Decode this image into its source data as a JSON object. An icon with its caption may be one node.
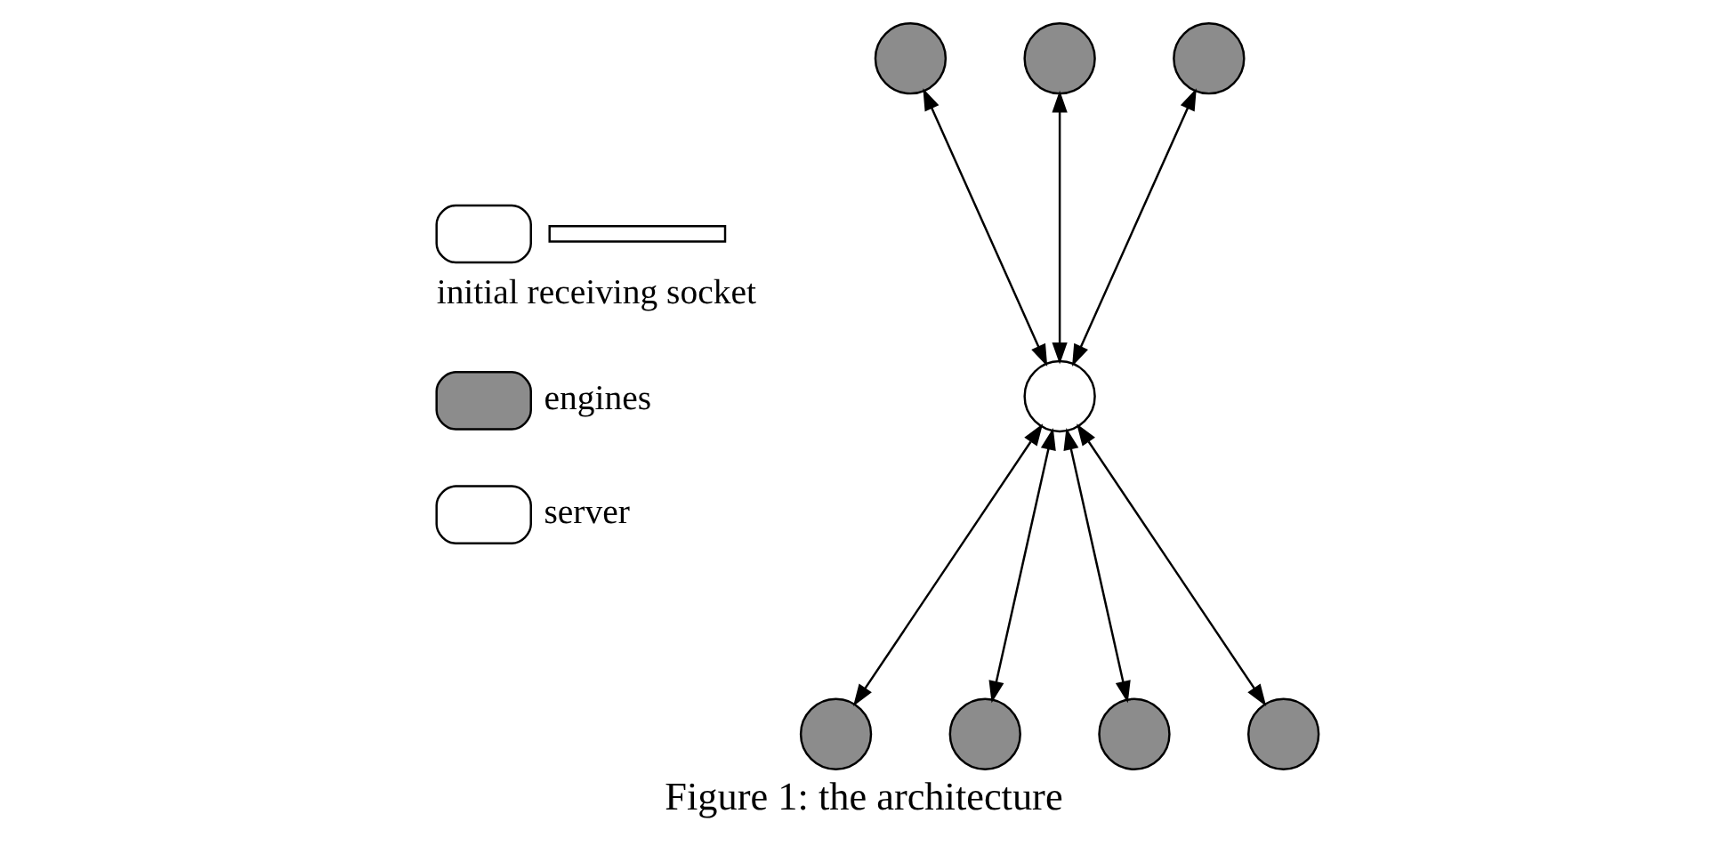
{
  "diagram": {
    "caption": "Figure 1: the architecture",
    "nodes": [
      {
        "text": [],
        "shape": "circle"
      },
      {
        "text": [],
        "shape": "circle"
      },
      {
        "text": [],
        "shape": "circle"
      },
      {
        "text": [],
        "shape": "circle"
      },
      {
        "text": [],
        "shape": "circle"
      },
      {
        "text": [],
        "shape": "circle"
      },
      {
        "text": [],
        "shape": "circle"
      },
      {
        "text": [],
        "shape": "circle"
      }
    ],
    "edges": [
      {
        "from": 0,
        "to": 1,
        "arrow": "both"
      },
      {
        "from": 0,
        "to": 2,
        "arrow": "both"
      },
      {
        "from": 0,
        "to": 3,
        "arrow": "both"
      },
      {
        "from": 0,
        "to": 4,
        "arrow": "both"
      },
      {
        "from": 0,
        "to": 5,
        "arrow": "both"
      },
      {
        "from": 0,
        "to": 6,
        "arrow": "both"
      },
      {
        "from": 0,
        "to": 7,
        "arrow": "both"
      }
    ],
    "legend": [
      {
        "text": "initial receiving socket"
      },
      {
        "text": "engines"
      },
      {
        "text": "server"
      }
    ]
  }
}
